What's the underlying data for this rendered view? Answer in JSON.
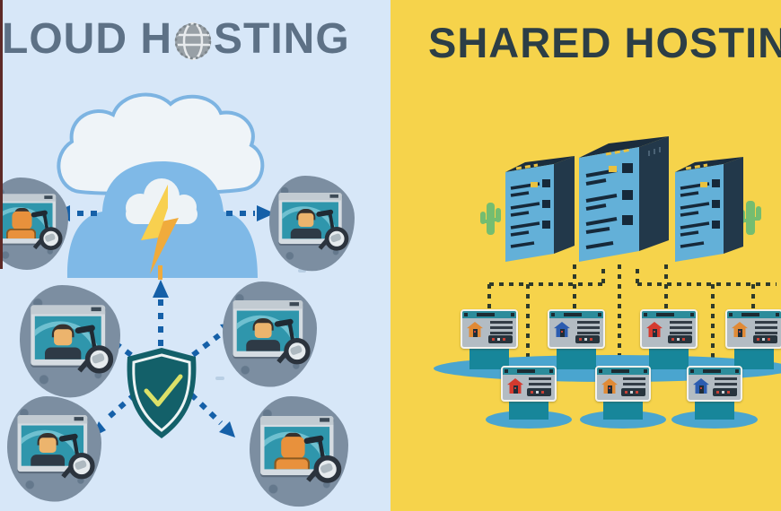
{
  "left_panel": {
    "title_part1": "LOUD H",
    "title_part2": "STING",
    "elements": {
      "cloud": "cloud with lightning bolt",
      "shield": "security shield with checkmark",
      "workstations": 6,
      "arrows": "dashed arrows connecting cloud and shield to workstations"
    }
  },
  "right_panel": {
    "title": "SHARED HOSTIN",
    "servers": 3,
    "cards": {
      "top_row": [
        {
          "house_color": "#e08a36"
        },
        {
          "house_color": "#2b5cb0"
        },
        {
          "house_color": "#d43a2f"
        },
        {
          "house_color": "#e08a36"
        }
      ],
      "bottom_row": [
        {
          "house_color": "#d43a2f"
        },
        {
          "house_color": "#e08a36"
        },
        {
          "house_color": "#2b5cb0"
        }
      ]
    }
  },
  "colors": {
    "left_bg": "#d7e7f8",
    "right_bg": "#f6d34b",
    "title_left": "#5d7186",
    "title_right": "#2c3e46",
    "edge_strip": "#5d2a27",
    "cloud_fill": "#eff4f8",
    "cloud_stroke": "#7db4e2",
    "cloud_solid": "#7fb9e7",
    "inner_cloud": "#eef3f6",
    "bolt": "#f0ab3c",
    "bolt_light": "#f8d04f",
    "arrow": "#1560a8",
    "blob": "#7c8ea1",
    "blob_dark": "#64788c",
    "win_frame": "#d5dce2",
    "win_bar": "#c2cbd2",
    "screen": "#2f96ac",
    "screen_light": "#6fc0d0",
    "skin": "#ecb46d",
    "hair": "#37312e",
    "person_dark": "#2e3a46",
    "person_orange": "#e8913c",
    "mag_ring": "#2b333d",
    "mag_glass": "#e6ebee",
    "shield": "#136069",
    "shield_inner": "#eef4f4",
    "check": "#dce168",
    "server_front": "#63b0d8",
    "server_dark": "#22384a",
    "server_top": "#1b2d3d",
    "slot": "#16293a",
    "accent_yellow": "#e9c13f",
    "cactus": "#74bd70",
    "connector": "#2e3a2b",
    "card_frame": "#f3f2ee",
    "card_header": "#2c8c9b",
    "card_body": "#b3bcc3",
    "card_line": "#323c46",
    "card_btnbar": "#27343d",
    "house_door": "#1f2d38",
    "pedestal": "#17869a",
    "pond": "#4aa5cf",
    "dot_red": "#c94136"
  }
}
